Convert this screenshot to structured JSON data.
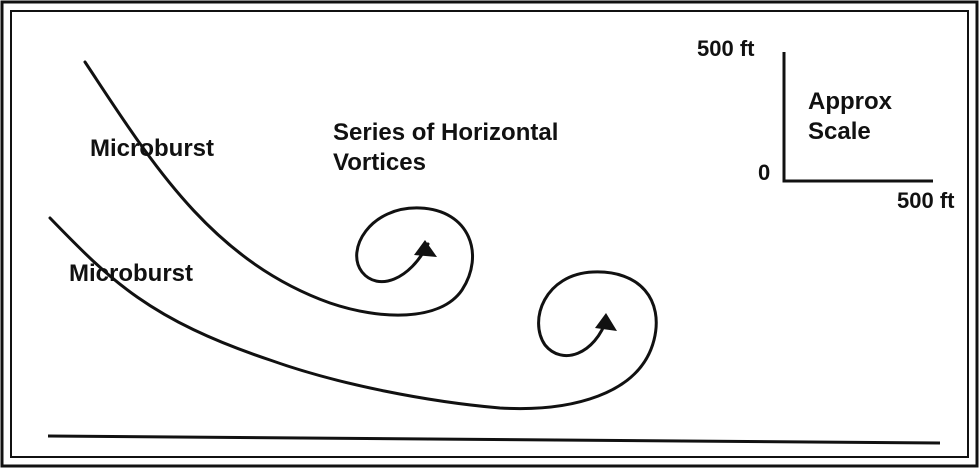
{
  "labels": {
    "microburst_upper": "Microburst",
    "microburst_lower": "Microburst",
    "vortices_line1": "Series of Horizontal",
    "vortices_line2": "Vortices",
    "scale_y_top": "500 ft",
    "scale_origin": "0",
    "scale_x_right": "500 ft",
    "scale_title_line1": "Approx",
    "scale_title_line2": "Scale"
  },
  "colors": {
    "ink": "#111111",
    "background": "#ffffff"
  }
}
